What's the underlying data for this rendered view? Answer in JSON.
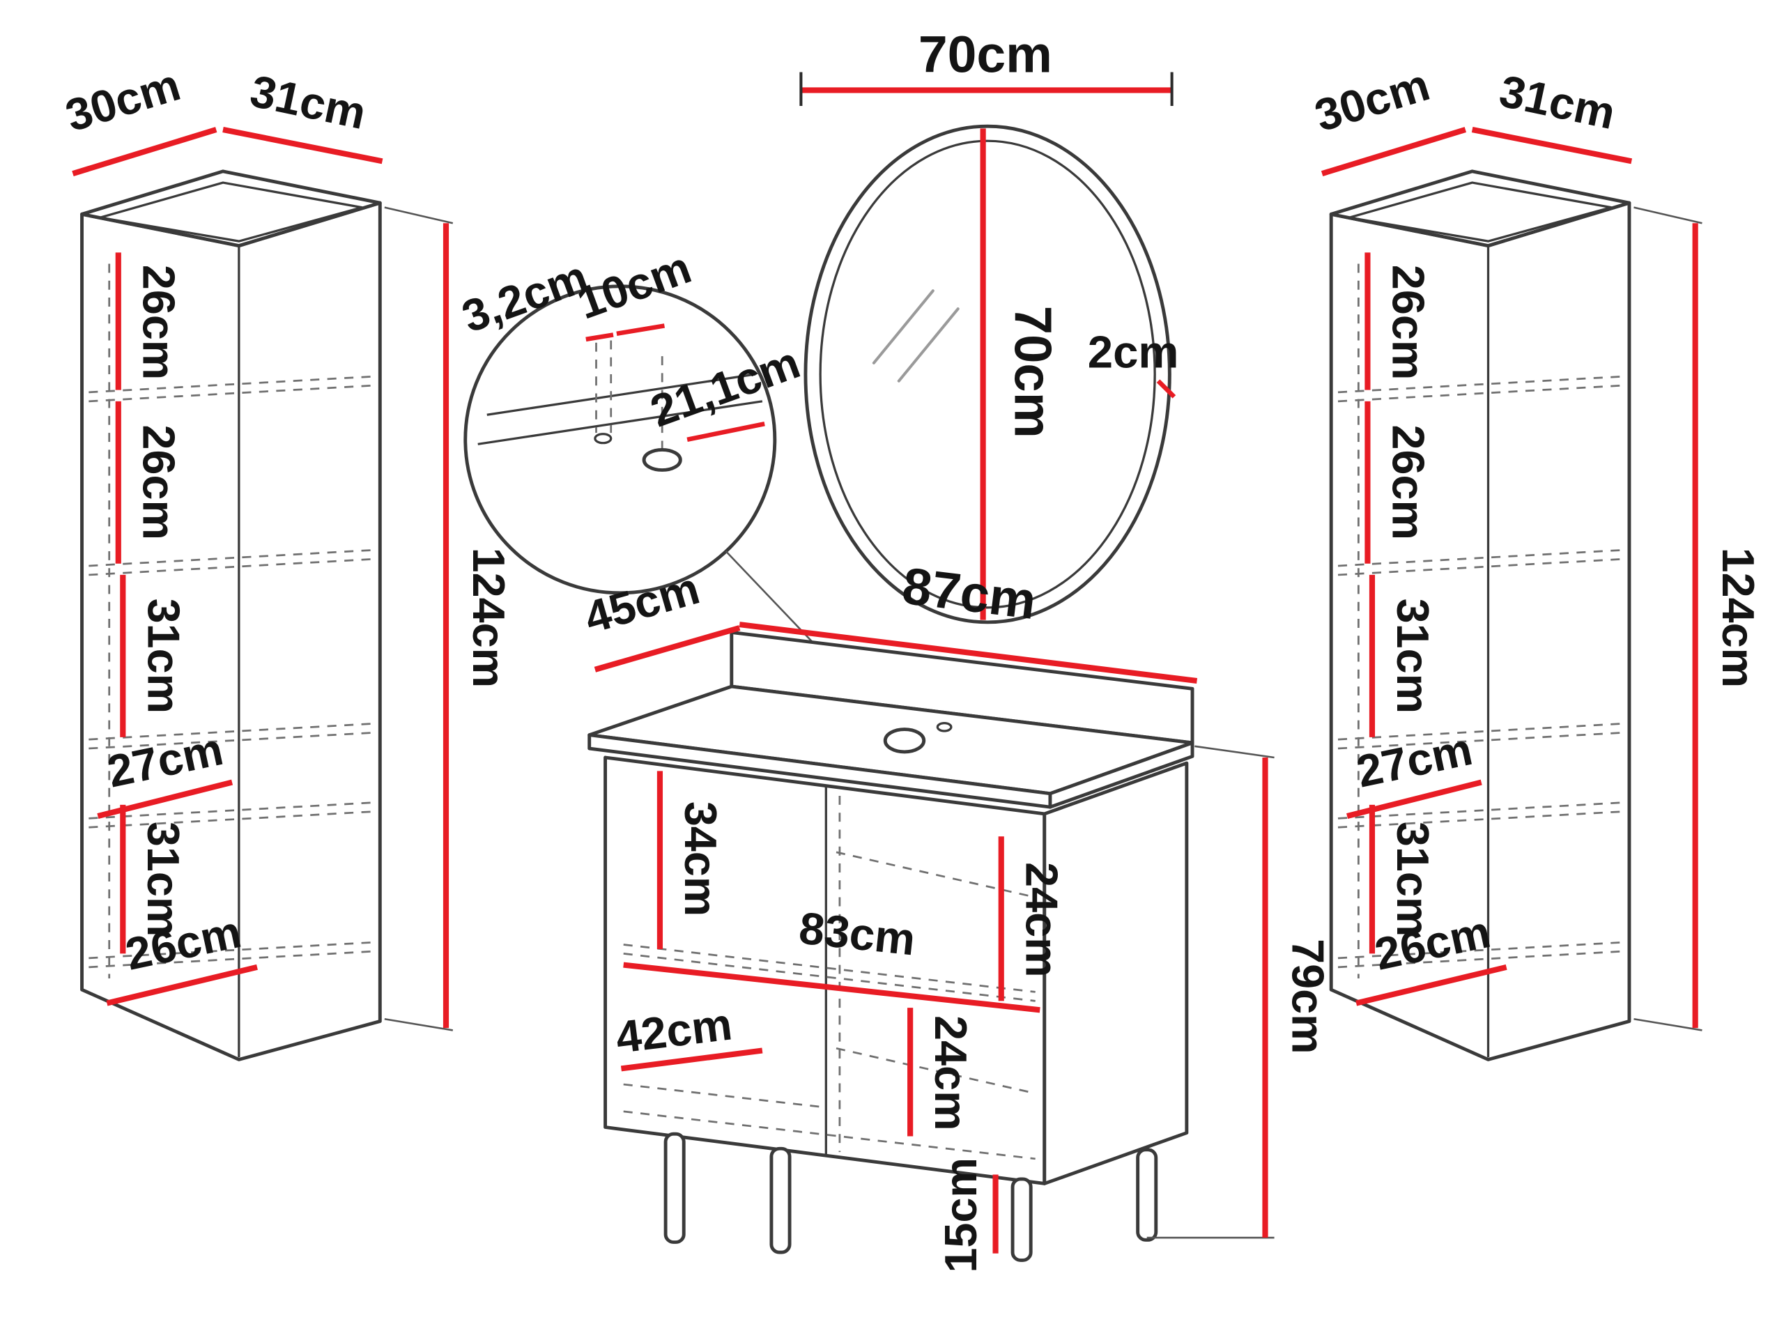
{
  "diagram": {
    "colors": {
      "dimension_red": "#e81c24",
      "outline": "#3a3a3a",
      "background": "#ffffff"
    },
    "left_cabinet": {
      "width_label": "30cm",
      "depth_label": "31cm",
      "height_label": "124cm",
      "sections": [
        "26cm",
        "26cm",
        "31cm",
        "27cm",
        "31cm",
        "26cm"
      ]
    },
    "right_cabinet": {
      "width_label": "30cm",
      "depth_label": "31cm",
      "height_label": "124cm",
      "sections": [
        "26cm",
        "26cm",
        "31cm",
        "27cm",
        "31cm",
        "26cm"
      ]
    },
    "mirror": {
      "width_label": "70cm",
      "height_label": "70cm",
      "frame_depth_label": "2cm"
    },
    "detail_inset": {
      "hole_diameter_label": "3,2cm",
      "hole_distance_label": "10cm",
      "hole_offset_label": "21,1cm"
    },
    "vanity": {
      "depth_label": "45cm",
      "width_label": "87cm",
      "interior_height_label": "34cm",
      "top_drawer_label": "24cm",
      "interior_width_label": "83cm",
      "bottom_drawer_label": "24cm",
      "shelf_label": "42cm",
      "height_label": "79cm",
      "leg_label": "15cm"
    }
  }
}
